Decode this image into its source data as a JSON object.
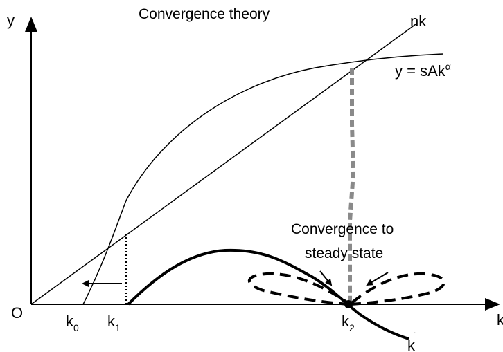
{
  "title": "Convergence theory",
  "axes": {
    "y_label": "y",
    "x_label": "k",
    "origin_label": "O"
  },
  "curves": {
    "line_label": "nk",
    "production_label_base": "y = sAk",
    "production_label_exp": "α",
    "kdot_label_base": "k",
    "kdot_label_mark": "˙"
  },
  "ticks": {
    "k0_base": "k",
    "k0_sub": "0",
    "k1_base": "k",
    "k1_sub": "1",
    "k2_base": "k",
    "k2_sub": "2"
  },
  "annotation": {
    "line1": "Convergence to",
    "line2": "steady state"
  },
  "colors": {
    "ink": "#000000",
    "dashed_gray": "#8a8a8a"
  }
}
